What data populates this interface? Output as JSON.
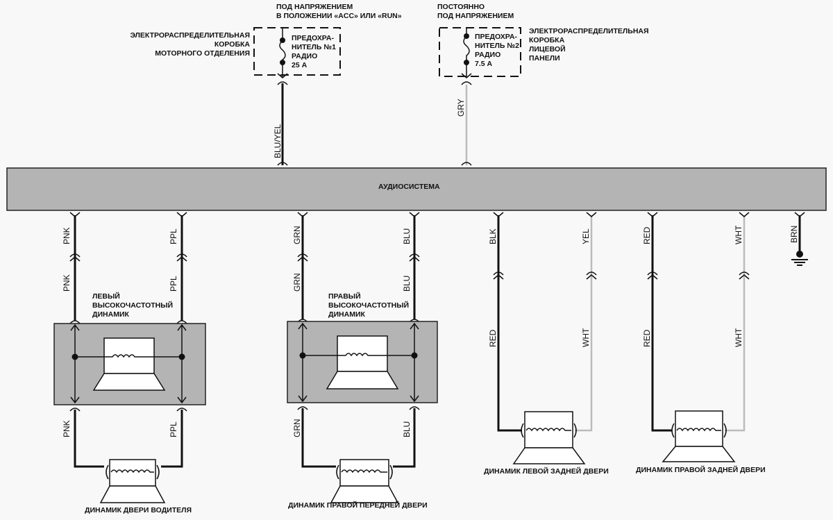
{
  "fuse1": {
    "title": [
      "ПОД НАПРЯЖЕНИЕМ",
      "В ПОЛОЖЕНИИ «ACC» ИЛИ «RUN»"
    ],
    "box_label": [
      "ЭЛЕКТРОРАСПРЕДЕЛИТЕЛЬНАЯ",
      "КОРОБКА",
      "МОТОРНОГО ОТДЕЛЕНИЯ"
    ],
    "fuse_label": [
      "ПРЕДОХРА-",
      "НИТЕЛЬ №1",
      "РАДИО",
      "25 А"
    ],
    "wire": "BLU/YEL"
  },
  "fuse2": {
    "title": [
      "ПОСТОЯННО",
      "ПОД НАПРЯЖЕНИЕМ"
    ],
    "box_label": [
      "ЭЛЕКТРОРАСПРЕДЕЛИТЕЛЬНАЯ",
      "КОРОБКА",
      "ЛИЦЕВОЙ",
      "ПАНЕЛИ"
    ],
    "fuse_label": [
      "ПРЕДОХРА-",
      "НИТЕЛЬ №2",
      "РАДИО",
      "7.5 А"
    ],
    "wire": "GRY"
  },
  "audio_system": "АУДИОСИСТЕМА",
  "left_tweeter": {
    "label": [
      "ЛЕВЫЙ",
      "ВЫСОКОЧАСТОТНЫЙ",
      "ДИНАМИК"
    ],
    "wires": [
      "PNK",
      "PPL"
    ]
  },
  "right_tweeter": {
    "label": [
      "ПРАВЫЙ",
      "ВЫСОКОЧАСТОТНЫЙ",
      "ДИНАМИК"
    ],
    "wires": [
      "GRN",
      "BLU"
    ]
  },
  "driver_door": "ДИНАМИК ДВЕРИ ВОДИТЕЛЯ",
  "right_front_door": "ДИНАМИК ПРАВОЙ ПЕРЕДНЕЙ ДВЕРИ",
  "left_rear": {
    "label": "ДИНАМИК ЛЕВОЙ ЗАДНЕЙ ДВЕРИ",
    "upper": [
      "BLK",
      "YEL"
    ],
    "lower": [
      "RED",
      "WHT"
    ]
  },
  "right_rear": {
    "label": "ДИНАМИК ПРАВОЙ ЗАДНЕЙ ДВЕРИ",
    "upper": [
      "RED",
      "WHT"
    ],
    "lower": [
      "RED",
      "WHT"
    ]
  },
  "ground_wire": "BRN"
}
